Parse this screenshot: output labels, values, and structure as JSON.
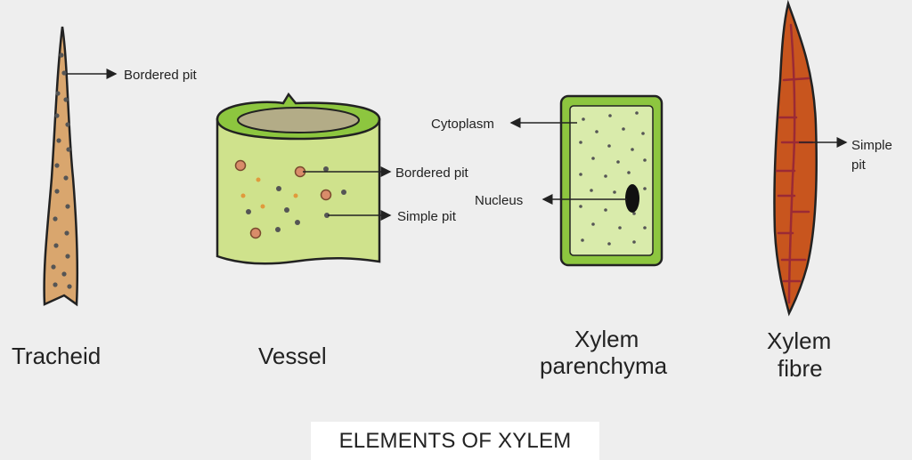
{
  "title": "ELEMENTS OF XYLEM",
  "elements": {
    "tracheid": {
      "name": "Tracheid",
      "annotation": "Bordered pit"
    },
    "vessel": {
      "name": "Vessel",
      "annotations": [
        "Bordered pit",
        "Simple pit"
      ]
    },
    "parenchyma": {
      "name_line1": "Xylem",
      "name_line2": "parenchyma",
      "annotations": [
        "Cytoplasm",
        "Nucleus"
      ]
    },
    "fibre": {
      "name_line1": "Xylem",
      "name_line2": "fibre",
      "annotation_line1": "Simple",
      "annotation_line2": "pit"
    }
  },
  "colors": {
    "background": "#eeeeee",
    "tracheid_fill": "#d9a66e",
    "vessel_fill": "#cfe28c",
    "vessel_rim": "#8dc63f",
    "parenchyma_wall": "#8dc63f",
    "parenchyma_cytoplasm": "#d9ebab",
    "fibre_fill": "#c8551e",
    "fibre_pit": "#9b2a35",
    "pit_dot": "#555555",
    "bordered_pit": "#d98c6a"
  }
}
